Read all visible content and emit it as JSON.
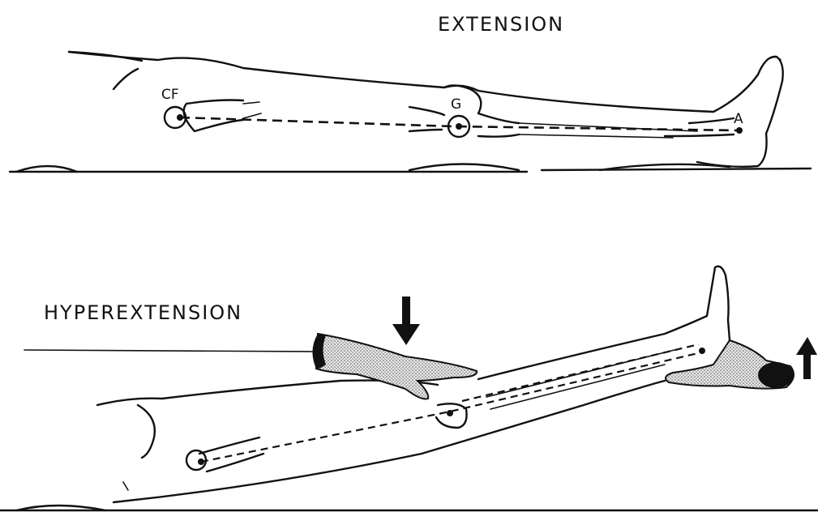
{
  "panels": {
    "extension": {
      "title": "EXTENSION",
      "labels": {
        "hip": "CF",
        "knee": "G",
        "ankle": "A"
      }
    },
    "hyperextension": {
      "title": "HYPEREXTENSION"
    }
  },
  "colors": {
    "ink": "#111111",
    "background": "#ffffff",
    "shade": "#bdbdbd"
  },
  "icons": [
    "down-arrow-icon",
    "up-arrow-icon"
  ]
}
